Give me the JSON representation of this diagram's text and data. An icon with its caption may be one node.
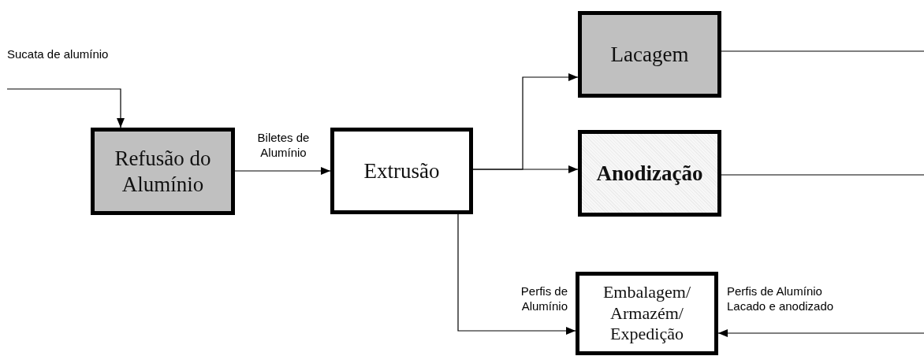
{
  "diagram": {
    "nodes": [
      {
        "text": [
          "Refusão do Alumínio"
        ]
      },
      {
        "text": [
          "Extrusão"
        ]
      },
      {
        "text": [
          "Lacagem"
        ]
      },
      {
        "text": [
          "Anodização"
        ]
      },
      {
        "text": [
          "Embalagem/ Armazém/ Expedição"
        ]
      }
    ],
    "edges": [
      {
        "from": null,
        "to": 0,
        "arrow": "to",
        "label": "Sucata de alumínio"
      },
      {
        "from": 0,
        "to": 1,
        "arrow": "to",
        "label": "Biletes de Alumínio"
      },
      {
        "from": 1,
        "to": 2,
        "arrow": "to"
      },
      {
        "from": 1,
        "to": 3,
        "arrow": "to"
      },
      {
        "from": 1,
        "to": 4,
        "arrow": "to",
        "label": "Perfis de Alumínio"
      },
      {
        "from": 2,
        "to": null,
        "arrow": "none"
      },
      {
        "from": 3,
        "to": null,
        "arrow": "none"
      },
      {
        "from": null,
        "to": 4,
        "arrow": "to",
        "label": "Perfis de Alumínio Lacado e anodizado"
      }
    ]
  }
}
